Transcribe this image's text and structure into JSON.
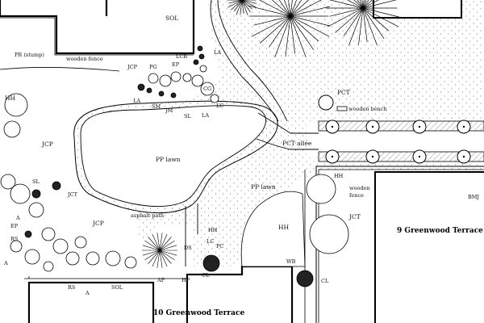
{
  "plan": {
    "addresses": {
      "terrace_10": "10 Greenwood Terrace",
      "terrace_9": "9 Greenwood Terrace"
    },
    "areas": {
      "lawn": "PP lawn",
      "lawn2": "PP lawn",
      "allee": "PCT allée",
      "path": "asphalt path"
    },
    "features": {
      "fence_top": "wooden fence",
      "fence_right_1": "wooden",
      "fence_right_2": "fence",
      "bench": "wooden bench",
      "stump": "PR (stump)",
      "bmj": "BMJ"
    },
    "codes": {
      "sol_top": "SOL",
      "jcp_top": "JCP",
      "pg": "PG",
      "lcr": "LCR",
      "ep_top": "EP",
      "la_1": "LA",
      "cg": "CG",
      "la_2": "LA",
      "sm": "SM",
      "jm": "JM",
      "sl_mid": "SL",
      "la_3": "LA",
      "lc_1": "LC",
      "hh_left": "HH",
      "jcp_left": "JCP",
      "sl_left": "SL",
      "jct_left": "JCT",
      "ep_left": "EP",
      "rs_left": "RS",
      "a_1": "A",
      "a_2": "A",
      "jcp_mid": "JCP",
      "rs_bot": "RS",
      "a_bot": "A",
      "sol_bot": "SOL",
      "ap": "AP",
      "hp": "HP",
      "hh_bed": "HH",
      "lc_2": "LC",
      "pc": "PC",
      "ds": "DS",
      "cl_1": "CL",
      "hh_right": "HH",
      "wb": "WB",
      "cl_2": "CL",
      "hh_fence": "HH",
      "jct_right": "JCT",
      "pct": "PCT"
    }
  }
}
